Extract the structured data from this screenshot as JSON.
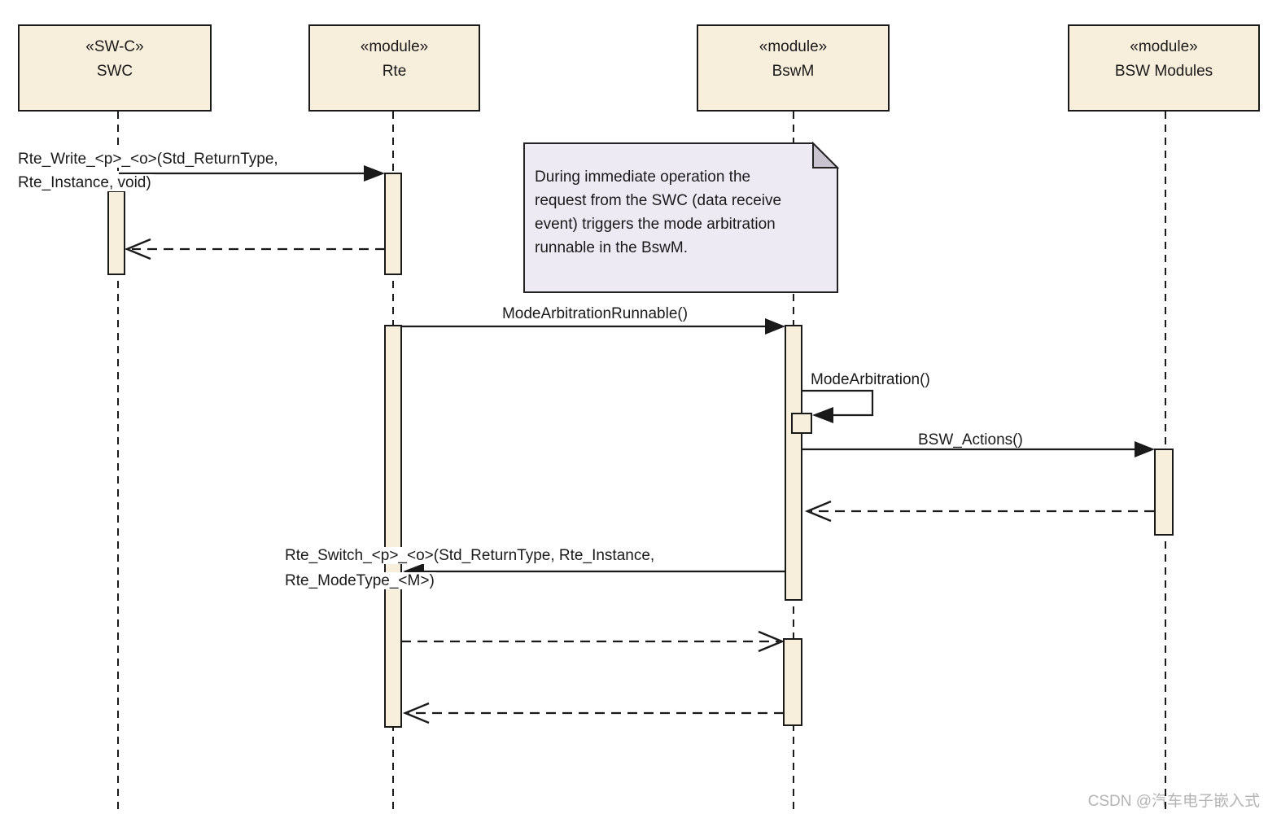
{
  "participants": [
    {
      "stereotype": "«SW-C»",
      "name": "SWC"
    },
    {
      "stereotype": "«module»",
      "name": "Rte"
    },
    {
      "stereotype": "«module»",
      "name": "BswM"
    },
    {
      "stereotype": "«module»",
      "name": "BSW Modules"
    }
  ],
  "messages": {
    "rte_write": {
      "line1": "Rte_Write_<p>_<o>(Std_ReturnType,",
      "line2": "Rte_Instance, void)"
    },
    "mode_arbitration_runnable": {
      "label": "ModeArbitrationRunnable()"
    },
    "mode_arbitration": {
      "label": "ModeArbitration()"
    },
    "bsw_actions": {
      "label": "BSW_Actions()"
    },
    "rte_switch": {
      "line1": "Rte_Switch_<p>_<o>(Std_ReturnType, Rte_Instance,",
      "line2": "Rte_ModeType_<M>)"
    }
  },
  "note": {
    "lines": [
      "During immediate operation the",
      "request from the SWC (data receive",
      "event) triggers the mode arbitration",
      "runnable in the BswM."
    ]
  },
  "watermark": "CSDN @汽车电子嵌入式",
  "colors": {
    "participant_fill": "#f8eedc",
    "activation_fill": "#f8eedc",
    "note_fill": "#edeaf3",
    "note_fold": "#c8c3cf",
    "line": "#1a1a1a",
    "watermark": "#b4b4b4"
  }
}
